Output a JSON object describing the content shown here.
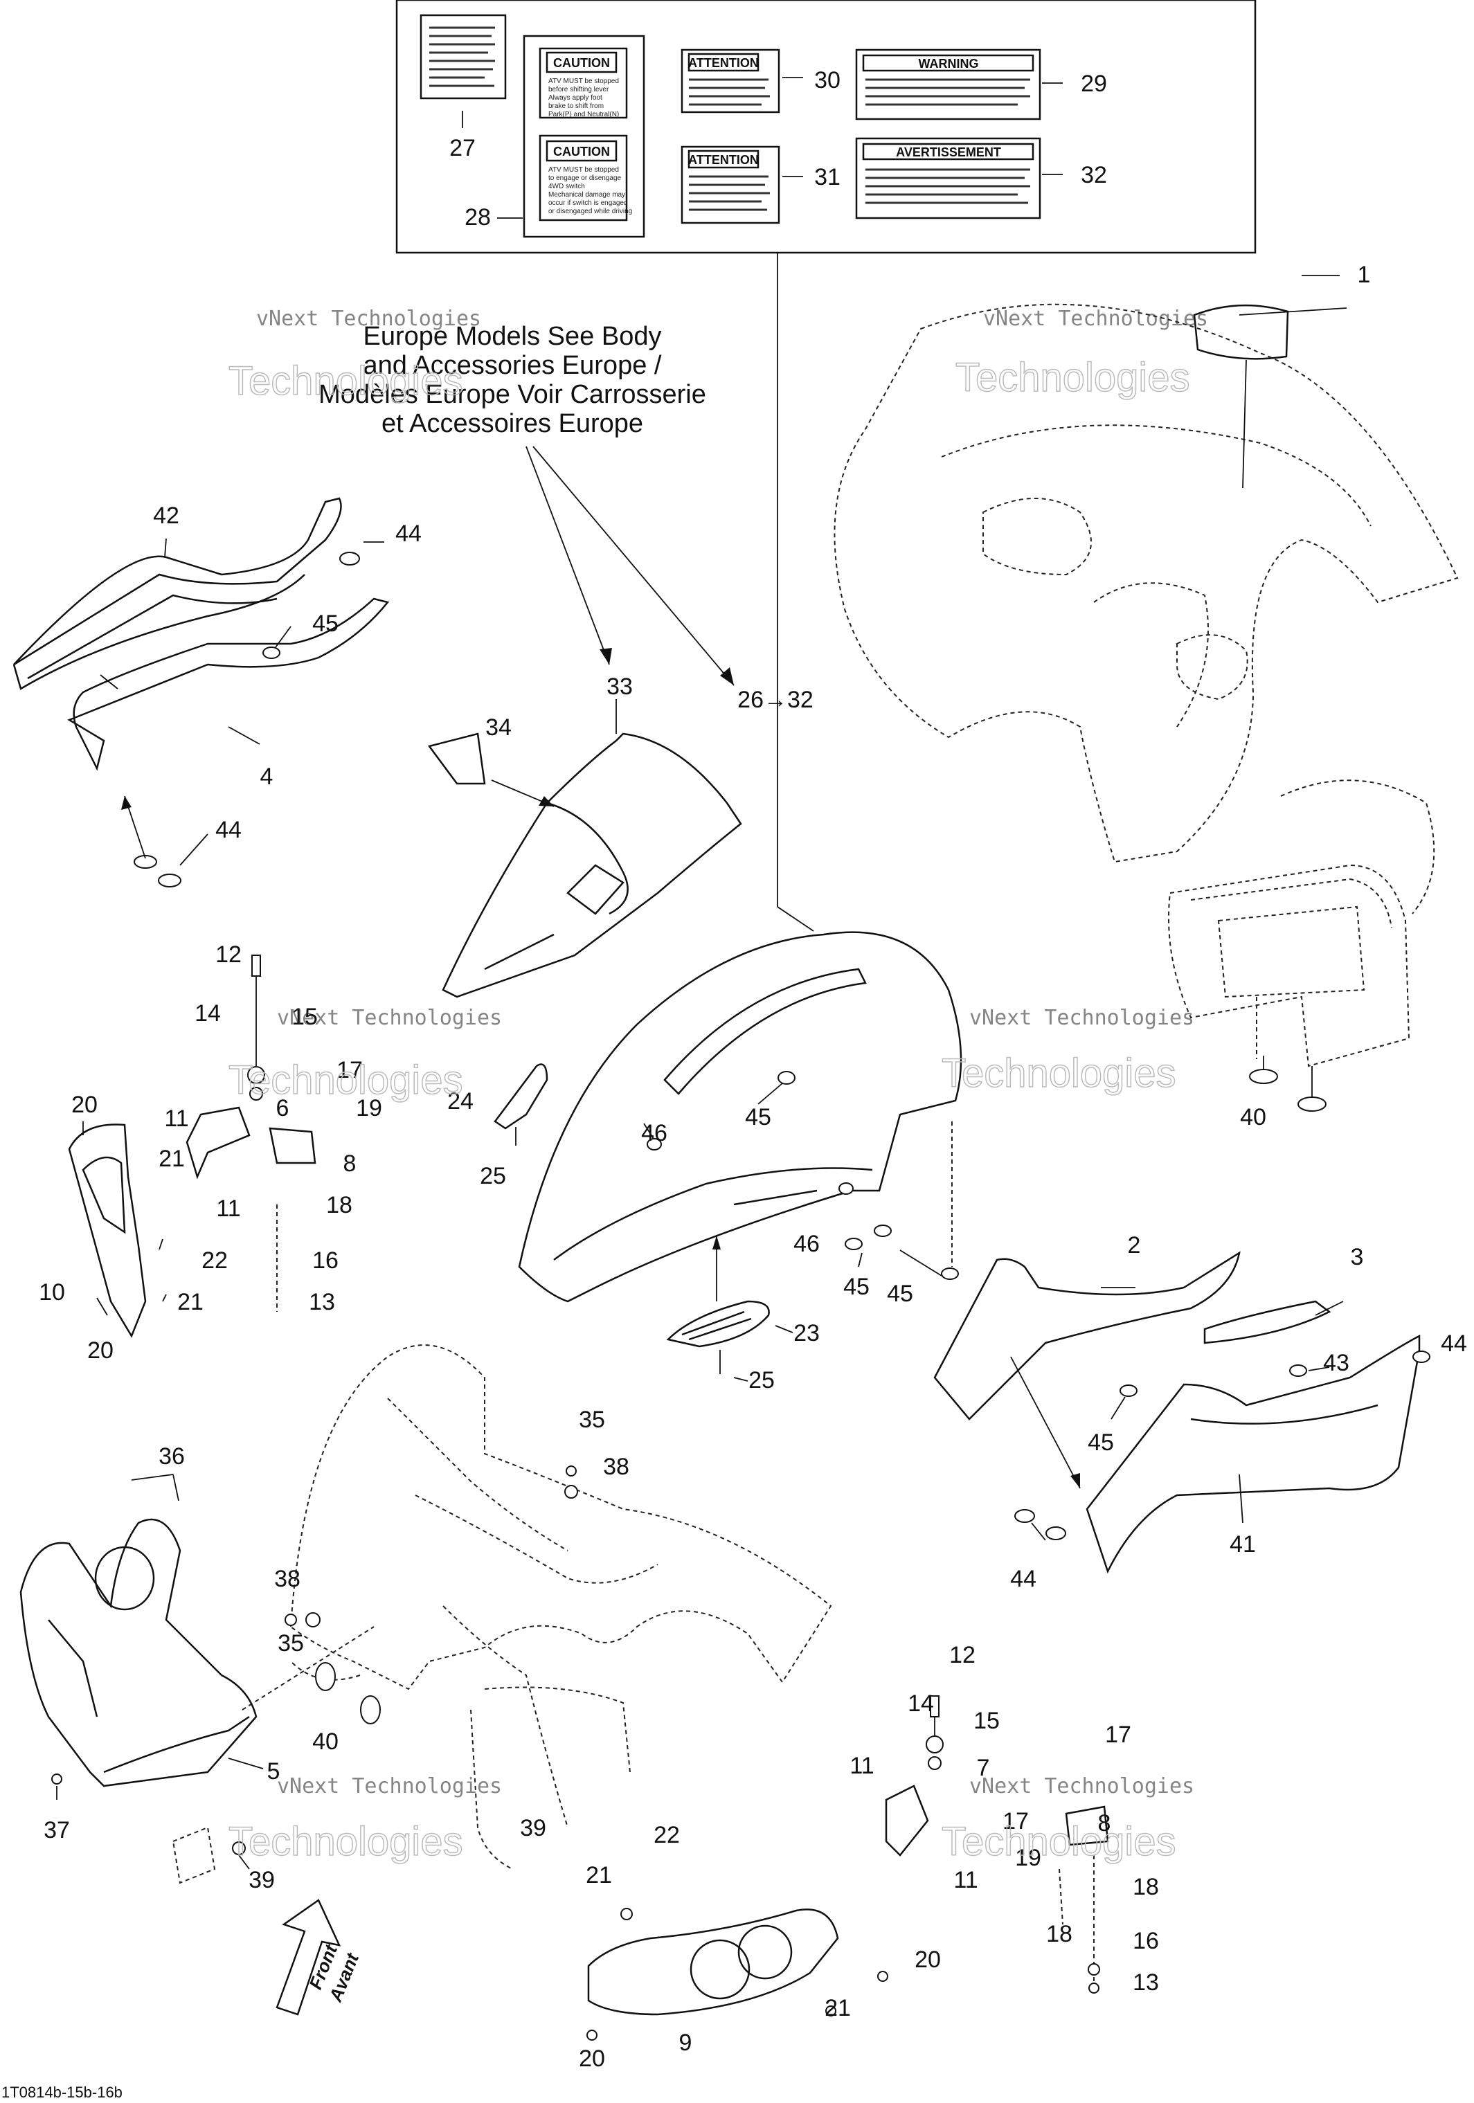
{
  "diagram": {
    "europe_note": [
      "Europe Models See Body",
      "and Accessories Europe /",
      "Modèles Europe Voir Carrosserie",
      "et Accessoires Europe"
    ],
    "watermark_small": "vNext Technologies",
    "watermark_large": "Technologies",
    "range_label": "26→32",
    "front_arrow": [
      "Front",
      "Avant"
    ],
    "drawing_code": "1T0814b-15b-16b",
    "decals": {
      "caution_1": "CAUTION",
      "caution_2": "CAUTION",
      "attention_1": "ATTENTION",
      "attention_2": "ATTENTION",
      "warning": "WARNING",
      "avertissement": "AVERTISSEMENT",
      "caution_text_1": [
        "ATV MUST be stopped",
        "before shifting lever",
        "Always apply foot",
        "brake to shift from",
        "Park(P) and Neutral(N)"
      ],
      "caution_text_2": [
        "ATV MUST be stopped",
        "to engage or disengage",
        "4WD switch",
        "Mechanical damage may",
        "occur if switch is engaged",
        "or disengaged while driving"
      ]
    },
    "callouts": {
      "c1": "1",
      "c2": "2",
      "c3": "3",
      "c4": "4",
      "c5": "5",
      "c6": "6",
      "c7": "7",
      "c8a": "8",
      "c8b": "8",
      "c9": "9",
      "c10": "10",
      "c11a": "11",
      "c11b": "11",
      "c11c": "11",
      "c11d": "11",
      "c12a": "12",
      "c12b": "12",
      "c13a": "13",
      "c13b": "13",
      "c14a": "14",
      "c14b": "14",
      "c15a": "15",
      "c15b": "15",
      "c16a": "16",
      "c16b": "16",
      "c17a": "17",
      "c17b": "17",
      "c17c": "17",
      "c18a": "18",
      "c18b": "18",
      "c18c": "18",
      "c19a": "19",
      "c19b": "19",
      "c20a": "20",
      "c20b": "20",
      "c20c": "20",
      "c20d": "20",
      "c21a": "21",
      "c21b": "21",
      "c21c": "21",
      "c21d": "21",
      "c22a": "22",
      "c22b": "22",
      "c23": "23",
      "c24": "24",
      "c25a": "25",
      "c25b": "25",
      "c27": "27",
      "c28": "28",
      "c29": "29",
      "c30": "30",
      "c31": "31",
      "c32": "32",
      "c33": "33",
      "c34": "34",
      "c35a": "35",
      "c35b": "35",
      "c36": "36",
      "c37": "37",
      "c38a": "38",
      "c38b": "38",
      "c39a": "39",
      "c39b": "39",
      "c40a": "40",
      "c40b": "40",
      "c41": "41",
      "c42": "42",
      "c43": "43",
      "c44a": "44",
      "c44b": "44",
      "c44c": "44",
      "c44d": "44",
      "c45a": "45",
      "c45b": "45",
      "c45c": "45",
      "c45d": "45",
      "c45e": "45",
      "c46a": "46",
      "c46b": "46"
    }
  }
}
